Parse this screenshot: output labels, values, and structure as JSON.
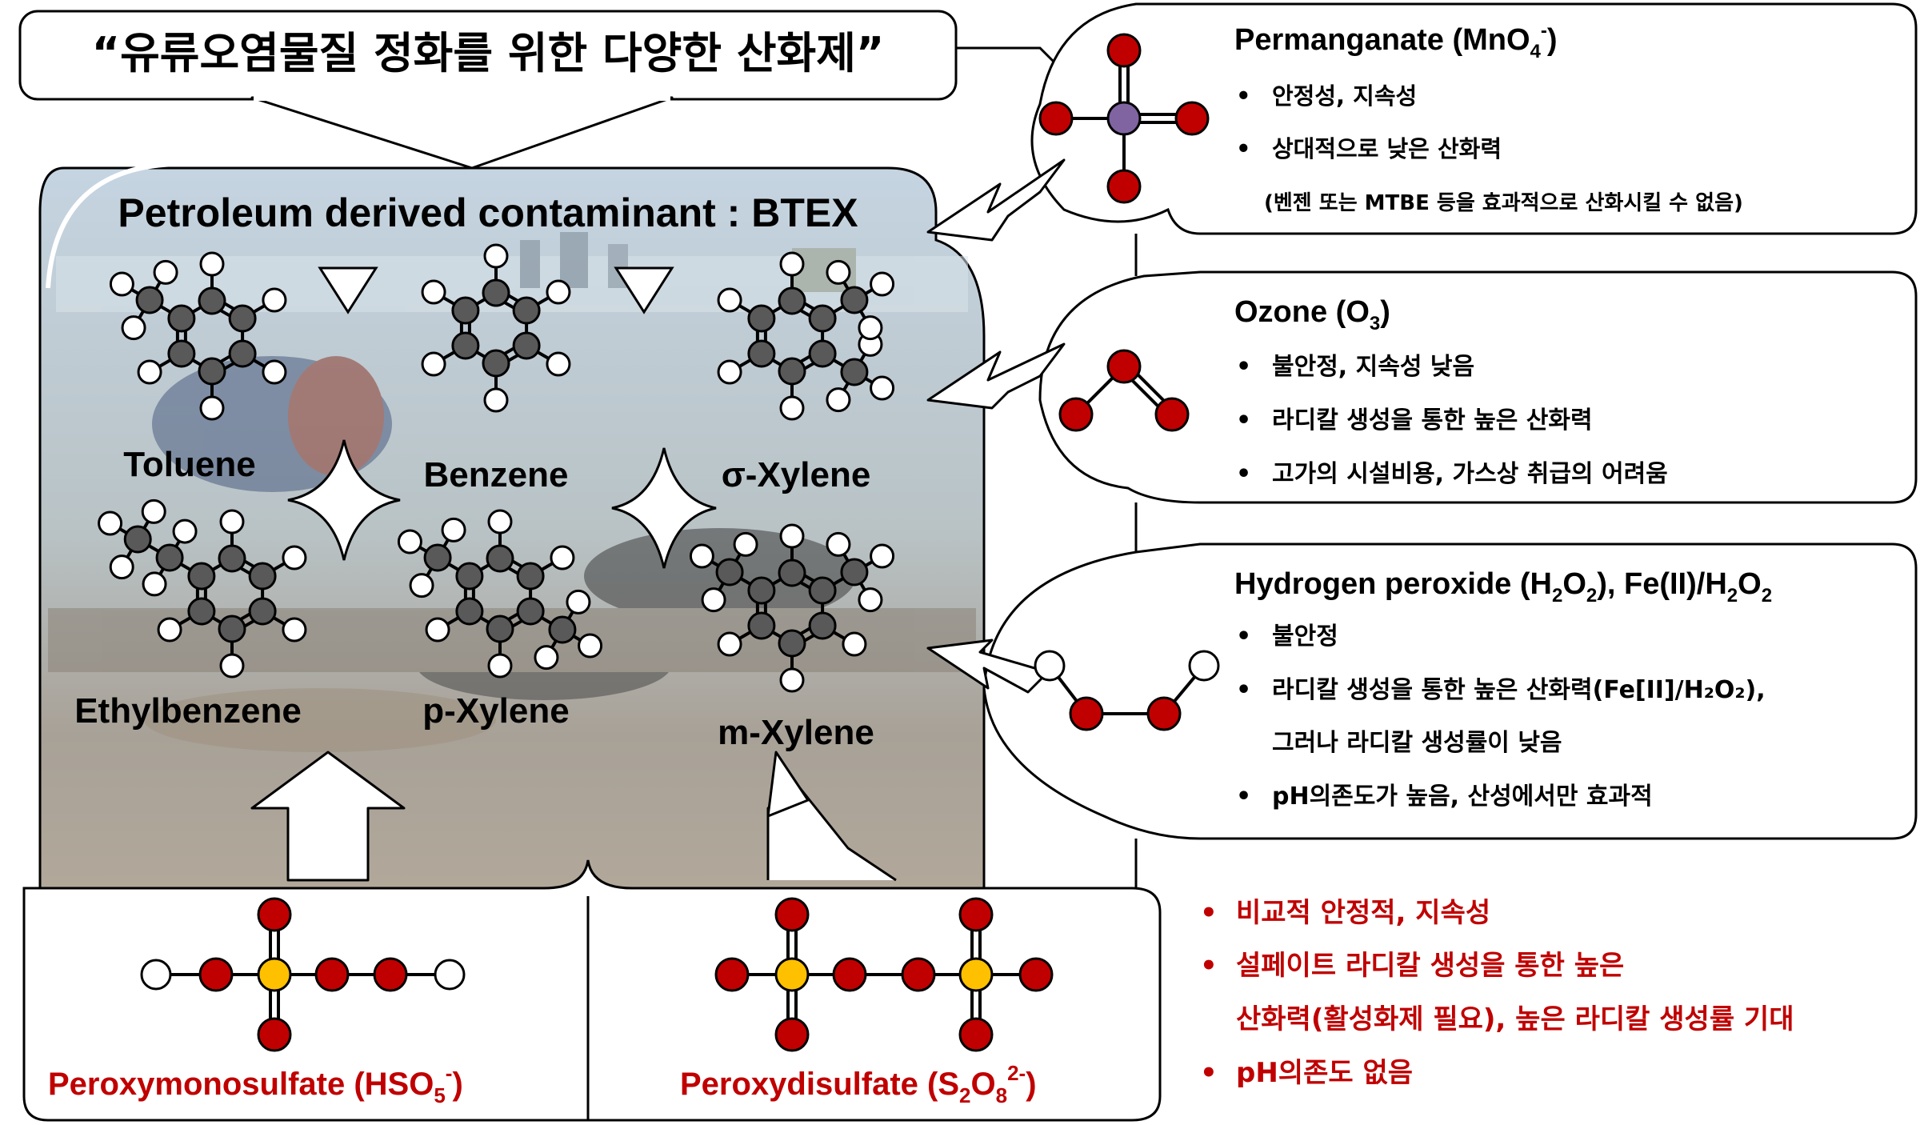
{
  "title": "“유류오염물질 정화를 위한 다양한 산화제”",
  "contaminant": {
    "heading": "Petroleum derived contaminant : BTEX",
    "molecules": [
      "Toluene",
      "Benzene",
      "σ-Xylene",
      "Ethylbenzene",
      "p-Xylene",
      "m-Xylene"
    ]
  },
  "oxidants": [
    {
      "name": "Permanganate (MnO",
      "sub": "4",
      "sup": "-",
      "tail": ")",
      "bullets": [
        "안정성, 지속성",
        "상대적으로 낮은 산화력"
      ],
      "note": "(벤젠 또는 MTBE 등을 효과적으로 산화시킬 수 없음)"
    },
    {
      "name": "Ozone (O",
      "sub": "3",
      "tail": ")",
      "bullets": [
        "불안정, 지속성 낮음",
        "라디칼 생성을 통한 높은 산화력",
        "고가의 시설비용, 가스상 취급의 어려움"
      ]
    },
    {
      "name": "Hydrogen peroxide (H",
      "sub1": "2",
      "mid": "O",
      "sub2": "2",
      "mid2": "), Fe(II)/H",
      "sub3": "2",
      "mid3": "O",
      "sub4": "2",
      "bullets": [
        "불안정",
        "라디칼 생성을 통한 높은 산화력(Fe[II]/H₂O₂),",
        "그러나 라디칼 생성률이 낮음",
        "pH의존도가 높음, 산성에서만 효과적"
      ]
    }
  ],
  "persulfate": {
    "pms": {
      "label": "Peroxymonosulfate (HSO",
      "sub": "5",
      "sup": "-",
      "tail": ")"
    },
    "pds": {
      "label": "Peroxydisulfate (S",
      "sub1": "2",
      "mid": "O",
      "sub2": "8",
      "sup": "2-",
      "tail": ")"
    },
    "bullets": [
      "비교적 안정적, 지속성",
      "설페이트 라디칼 생성을 통한 높은",
      "산화력(활성화제 필요), 높은 라디칼 생성률 기대",
      "pH의존도 없음"
    ]
  },
  "colors": {
    "oxygen": "#c00000",
    "sulfur": "#ffc000",
    "manganese": "#8064a2",
    "carbon": "#595959",
    "hydrogen": "#ffffff",
    "red_text": "#c00000"
  }
}
